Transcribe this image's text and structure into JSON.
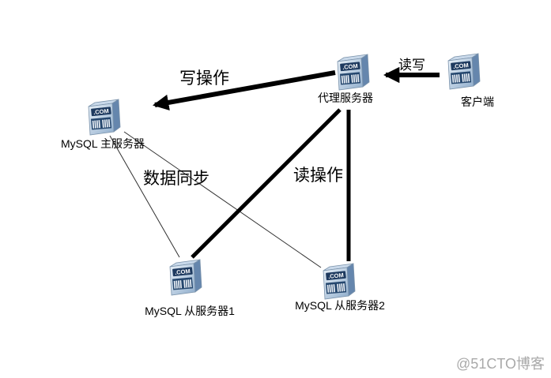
{
  "diagram": {
    "icon_text": ".COM",
    "nodes": [
      {
        "id": "proxy",
        "label": "代理服务器"
      },
      {
        "id": "client",
        "label": "客户端"
      },
      {
        "id": "master",
        "label": "MySQL 主服务器"
      },
      {
        "id": "slave1",
        "label": "MySQL 从服务器1"
      },
      {
        "id": "slave2",
        "label": "MySQL 从服务器2"
      }
    ],
    "edges": [
      {
        "from": "client",
        "to": "proxy",
        "label": "读写",
        "style": "thick-arrow"
      },
      {
        "from": "proxy",
        "to": "master",
        "label": "写操作",
        "style": "thick-arrow"
      },
      {
        "from": "proxy",
        "to": "slaves",
        "label": "读操作",
        "style": "thick-line"
      },
      {
        "from": "master",
        "to": "slaves",
        "label": "数据同步",
        "style": "thin-line"
      }
    ]
  },
  "colors": {
    "line": "#000000",
    "icon_front_light": "#dde9f4",
    "icon_front_dark": "#9cb7d3",
    "icon_side": "#6586ad",
    "icon_top": "#c9d9ea",
    "icon_badge": "#1e3a5f",
    "icon_stroke": "#7b93ab",
    "watermark": "#a9a9a9"
  },
  "watermark": "@51CTO博客"
}
